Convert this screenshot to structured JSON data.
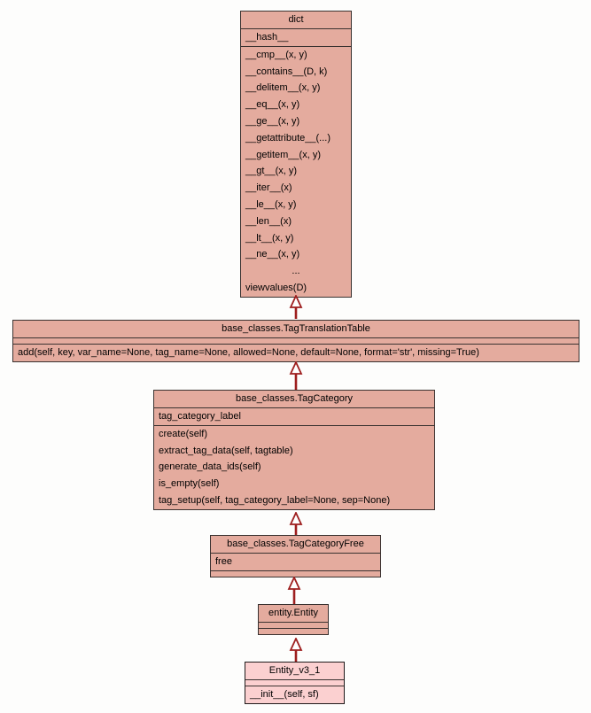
{
  "diagram": {
    "type": "uml-class-inheritance",
    "colors": {
      "background": "#fdfdfc",
      "box_fill": "#e4ab9e",
      "highlight_fill": "#fbd0d0",
      "border": "#3a3230",
      "arrow": "#9e1f1f"
    }
  },
  "classes": [
    {
      "title": "dict",
      "attributes": [
        "__hash__"
      ],
      "methods": [
        "__cmp__(x, y)",
        "__contains__(D, k)",
        "__delitem__(x, y)",
        "__eq__(x, y)",
        "__ge__(x, y)",
        "__getattribute__(...)",
        "__getitem__(x, y)",
        "__gt__(x, y)",
        "__iter__(x)",
        "__le__(x, y)",
        "__len__(x)",
        "__lt__(x, y)",
        "__ne__(x, y)",
        "...",
        "viewvalues(D)"
      ]
    },
    {
      "title": "base_classes.TagTranslationTable",
      "attributes": [],
      "methods": [
        "add(self, key, var_name=None, tag_name=None, allowed=None, default=None, format='str', missing=True)"
      ]
    },
    {
      "title": "base_classes.TagCategory",
      "attributes": [
        "tag_category_label"
      ],
      "methods": [
        "create(self)",
        "extract_tag_data(self, tagtable)",
        "generate_data_ids(self)",
        "is_empty(self)",
        "tag_setup(self, tag_category_label=None, sep=None)"
      ]
    },
    {
      "title": "base_classes.TagCategoryFree",
      "attributes": [
        "free"
      ],
      "methods": []
    },
    {
      "title": "entity.Entity",
      "attributes": [],
      "methods": []
    },
    {
      "title": "Entity_v3_1",
      "attributes": [],
      "methods": [
        "__init__(self, sf)"
      ]
    }
  ],
  "relations": [
    {
      "from": "base_classes.TagTranslationTable",
      "to": "dict",
      "type": "inheritance"
    },
    {
      "from": "base_classes.TagCategory",
      "to": "base_classes.TagTranslationTable",
      "type": "inheritance"
    },
    {
      "from": "base_classes.TagCategoryFree",
      "to": "base_classes.TagCategory",
      "type": "inheritance"
    },
    {
      "from": "entity.Entity",
      "to": "base_classes.TagCategoryFree",
      "type": "inheritance"
    },
    {
      "from": "Entity_v3_1",
      "to": "entity.Entity",
      "type": "inheritance"
    }
  ]
}
